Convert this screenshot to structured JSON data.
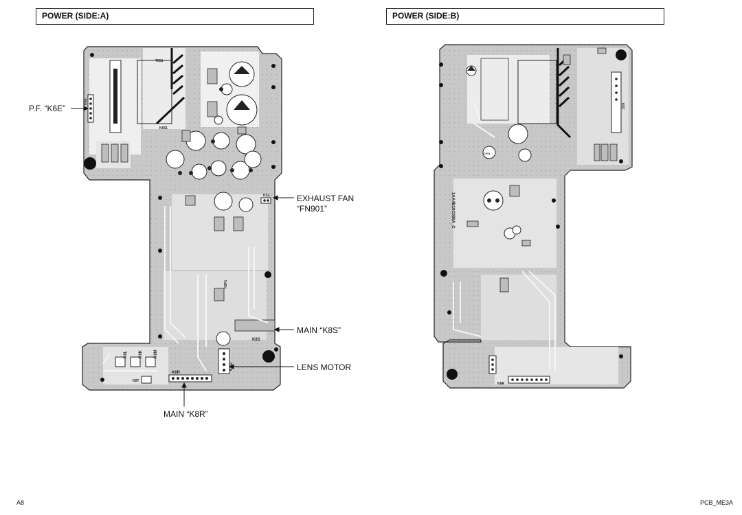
{
  "titles": {
    "side_a": "POWER (SIDE:A)",
    "side_b": "POWER (SIDE:B)"
  },
  "callouts": {
    "pf_k6e": "P.F. “K6E”",
    "exhaust_fan_1": "EXHAUST FAN",
    "exhaust_fan_2": "“FN901”",
    "main_k8s": "MAIN “K8S”",
    "lens_motor": "LENS MOTOR",
    "main_k8r": "MAIN “K8R”"
  },
  "board_labels": {
    "t651": "T651",
    "k6e": "K6E",
    "k651": "K651",
    "k5j": "K5J",
    "k6f1": "K6F1",
    "k8s": "K8S",
    "k6l": "K6L",
    "k6m": "K6M",
    "k6k": "K6K",
    "k6r": "K6R",
    "k6t": "K6T",
    "k6u": "K6U",
    "k6f": "K6F",
    "board_code": "1AA4B10C080A_C",
    "c651": "C651",
    "k6r_b": "K6R"
  },
  "footer": {
    "page": "A8",
    "code": "PCB_ME3A"
  },
  "colors": {
    "board": "#c8c8c8",
    "copper": "#f2f2f2",
    "ink": "#1a1a1a"
  }
}
